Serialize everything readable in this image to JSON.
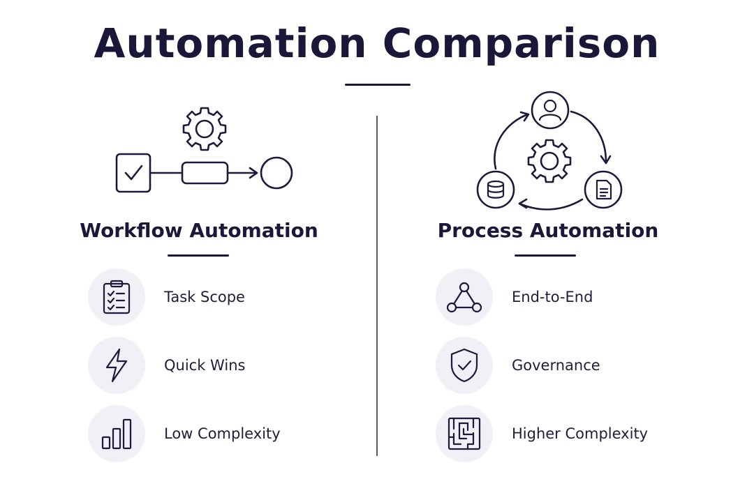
{
  "title": "Automation Comparison",
  "left": {
    "heading": "Workflow Automation",
    "features": [
      {
        "icon": "clipboard-checklist-icon",
        "label": "Task Scope"
      },
      {
        "icon": "lightning-icon",
        "label": "Quick Wins"
      },
      {
        "icon": "bar-chart-icon",
        "label": "Low Complexity"
      }
    ]
  },
  "right": {
    "heading": "Process Automation",
    "features": [
      {
        "icon": "network-nodes-icon",
        "label": "End-to-End"
      },
      {
        "icon": "shield-check-icon",
        "label": "Governance"
      },
      {
        "icon": "maze-icon",
        "label": "Higher Complexity"
      }
    ]
  },
  "colors": {
    "ink": "#1a1838",
    "feature_bg": "#f1f0f7"
  }
}
